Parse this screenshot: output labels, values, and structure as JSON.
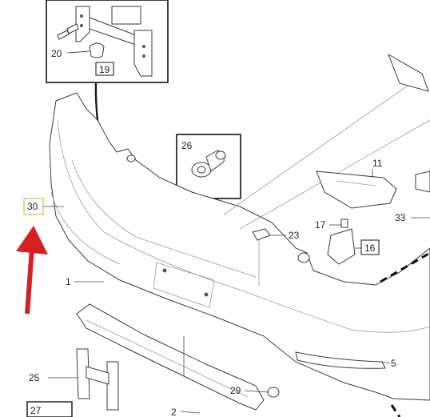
{
  "diagram": {
    "callouts": [
      {
        "id": "c20",
        "text": "20"
      },
      {
        "id": "c19",
        "text": "19"
      },
      {
        "id": "c26",
        "text": "26"
      },
      {
        "id": "c11",
        "text": "11"
      },
      {
        "id": "c17",
        "text": "17"
      },
      {
        "id": "c33",
        "text": "33"
      },
      {
        "id": "c16",
        "text": "16"
      },
      {
        "id": "c23",
        "text": "23"
      },
      {
        "id": "c30",
        "text": "30"
      },
      {
        "id": "c1",
        "text": "1"
      },
      {
        "id": "c5",
        "text": "5"
      },
      {
        "id": "c25",
        "text": "25"
      },
      {
        "id": "c29",
        "text": "29"
      },
      {
        "id": "c27",
        "text": "27"
      },
      {
        "id": "c2",
        "text": "2"
      }
    ],
    "colors": {
      "arrow": "#d42020",
      "highlight_box": "#e8b84a",
      "line": "#444444"
    }
  }
}
